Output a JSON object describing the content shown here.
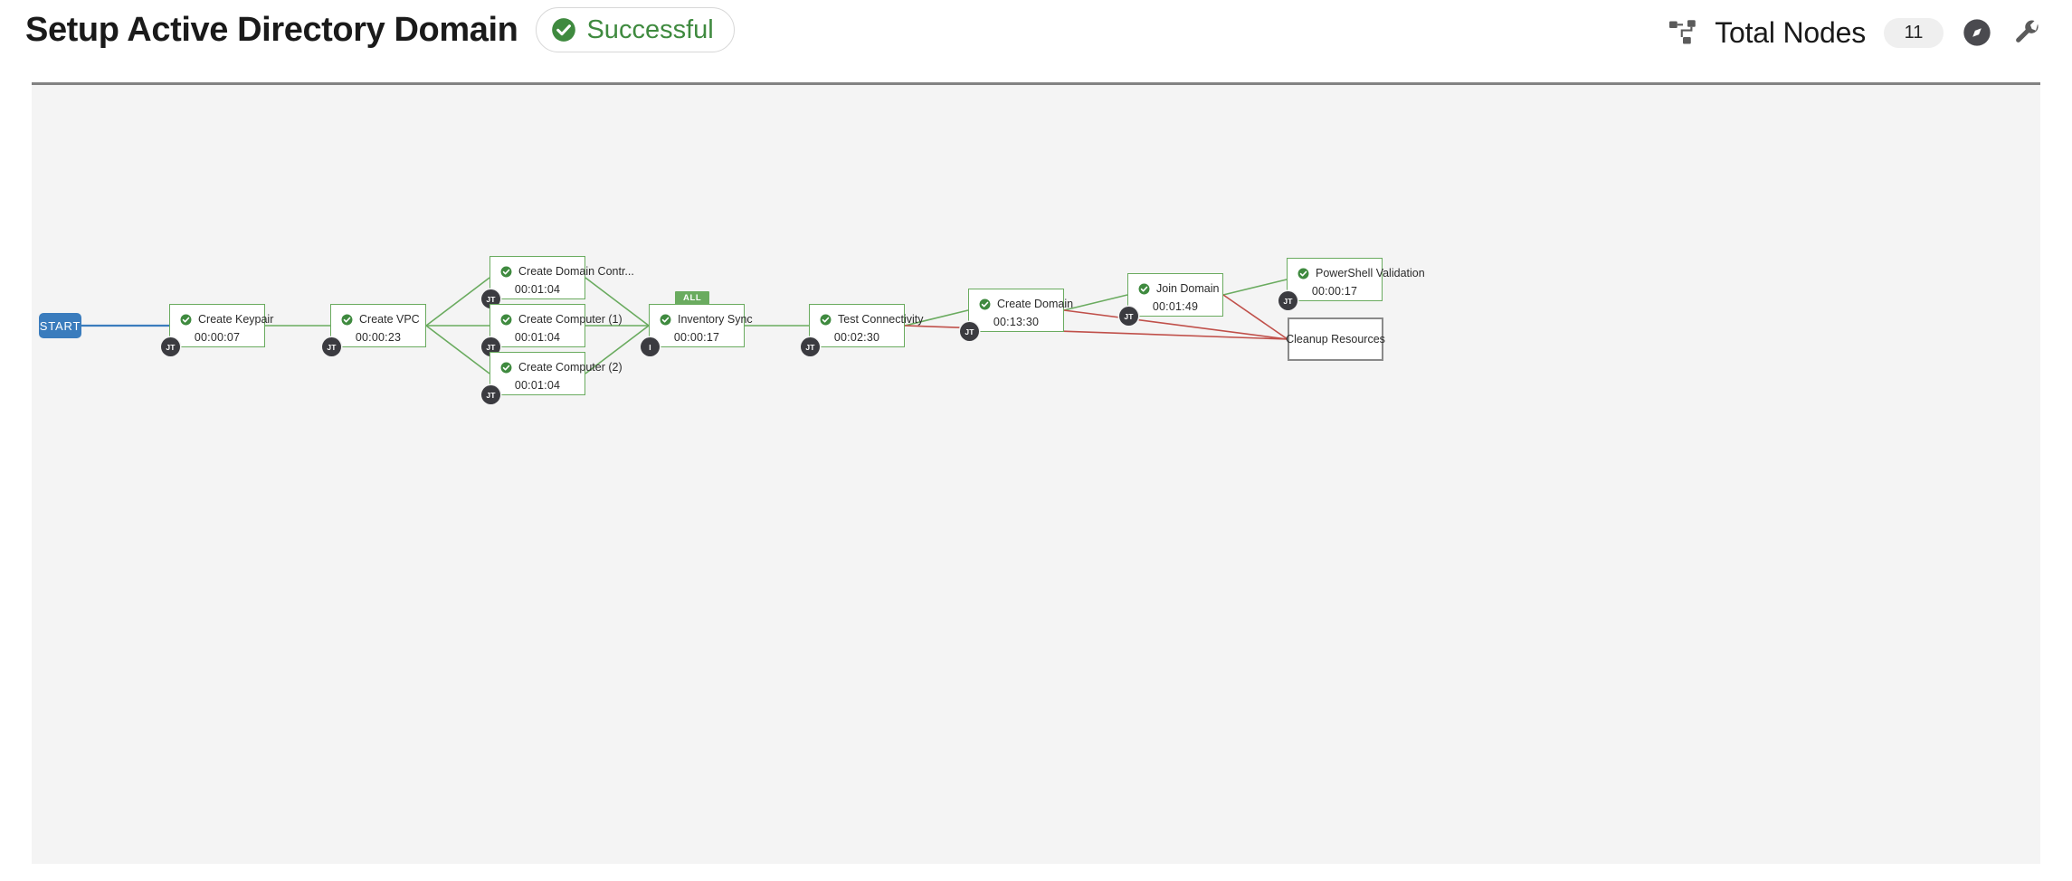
{
  "header": {
    "title": "Setup Active Directory Domain",
    "status": {
      "label": "Successful",
      "icon": "check-circle-icon",
      "color": "#3f8a3f"
    },
    "total_nodes_label": "Total Nodes",
    "total_nodes_count": "11",
    "icons": [
      "hierarchy-icon",
      "compass-icon",
      "wrench-icon"
    ]
  },
  "canvas": {
    "start_label": "START",
    "start_color": "#3a7cbd",
    "background": "#f4f4f4",
    "edge_colors": {
      "success": "#6aab5f",
      "failure": "#c0504a",
      "start": "#3a7cbd"
    }
  },
  "graph": {
    "nodes": [
      {
        "id": "keypair",
        "title": "Create Keypair",
        "elapsed": "00:00:07",
        "status": "ok",
        "credential": "JT",
        "badge": null
      },
      {
        "id": "vpc",
        "title": "Create VPC",
        "elapsed": "00:00:23",
        "status": "ok",
        "credential": "JT",
        "badge": null
      },
      {
        "id": "dc",
        "title": "Create Domain Contr...",
        "elapsed": "00:01:04",
        "status": "ok",
        "credential": "JT",
        "badge": null
      },
      {
        "id": "comp1",
        "title": "Create Computer (1)",
        "elapsed": "00:01:04",
        "status": "ok",
        "credential": "JT",
        "badge": null
      },
      {
        "id": "comp2",
        "title": "Create Computer (2)",
        "elapsed": "00:01:04",
        "status": "ok",
        "credential": "JT",
        "badge": null
      },
      {
        "id": "inventory",
        "title": "Inventory Sync",
        "elapsed": "00:00:17",
        "status": "ok",
        "credential": "I",
        "badge": "ALL"
      },
      {
        "id": "testconn",
        "title": "Test Connectivity",
        "elapsed": "00:02:30",
        "status": "ok",
        "credential": "JT",
        "badge": null
      },
      {
        "id": "createdom",
        "title": "Create Domain",
        "elapsed": "00:13:30",
        "status": "ok",
        "credential": "JT",
        "badge": null
      },
      {
        "id": "joindom",
        "title": "Join Domain",
        "elapsed": "00:01:49",
        "status": "ok",
        "credential": "JT",
        "badge": null
      },
      {
        "id": "psvalid",
        "title": "PowerShell Validation",
        "elapsed": "00:00:17",
        "status": "ok",
        "credential": "JT",
        "badge": null
      },
      {
        "id": "cleanup",
        "title": "Cleanup Resources",
        "elapsed": "",
        "status": "pending",
        "credential": null,
        "badge": null
      }
    ]
  }
}
